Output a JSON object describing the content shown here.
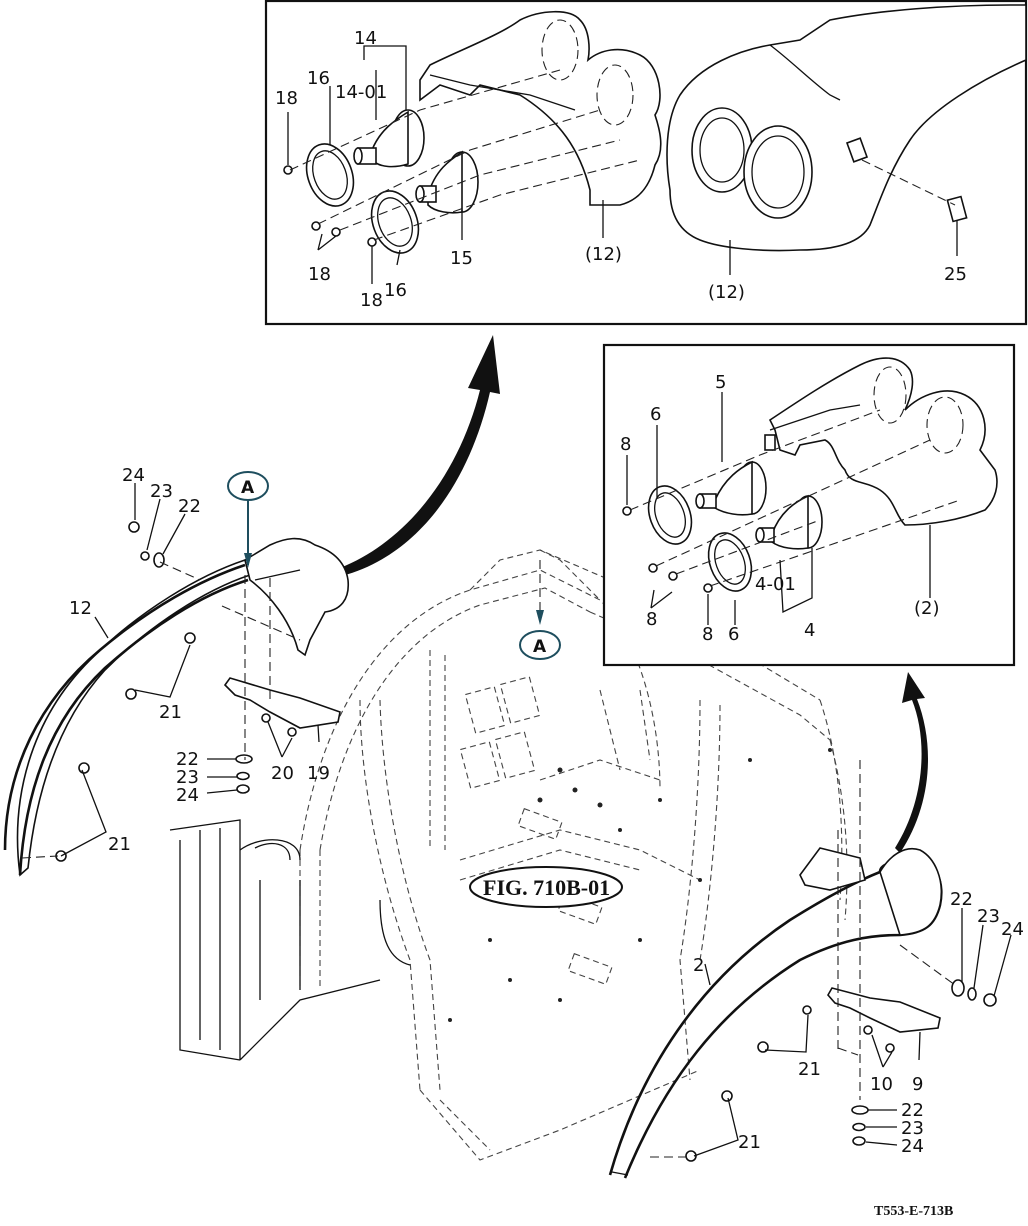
{
  "figure": {
    "title": "FIG. 710B-01",
    "drawing_code": "T553-E-713B",
    "view_callout": "A"
  },
  "detail_upper": {
    "labels": {
      "p14": "14",
      "p14_01": "14-01",
      "p16a": "16",
      "p16b": "16",
      "p18a": "18",
      "p18b": "18",
      "p18c": "18",
      "p15": "15",
      "p12a": "(12)",
      "p12b": "(12)",
      "p25": "25"
    }
  },
  "detail_right": {
    "labels": {
      "p5": "5",
      "p6a": "6",
      "p6b": "6",
      "p8a": "8",
      "p8b": "8",
      "p8c": "8",
      "p4_01": "4-01",
      "p4": "4",
      "p2": "(2)"
    }
  },
  "left_fender": {
    "labels": {
      "p24": "24",
      "p23": "23",
      "p22": "22",
      "p12": "12",
      "p21a": "21",
      "p21b": "21",
      "p22b": "22",
      "p23b": "23",
      "p24b": "24",
      "p20": "20",
      "p19": "19"
    }
  },
  "right_fender": {
    "labels": {
      "p22": "22",
      "p23": "23",
      "p24": "24",
      "p2": "2",
      "p21a": "21",
      "p21b": "21",
      "p10": "10",
      "p9": "9",
      "p22b": "22",
      "p23b": "23",
      "p24b": "24"
    }
  }
}
